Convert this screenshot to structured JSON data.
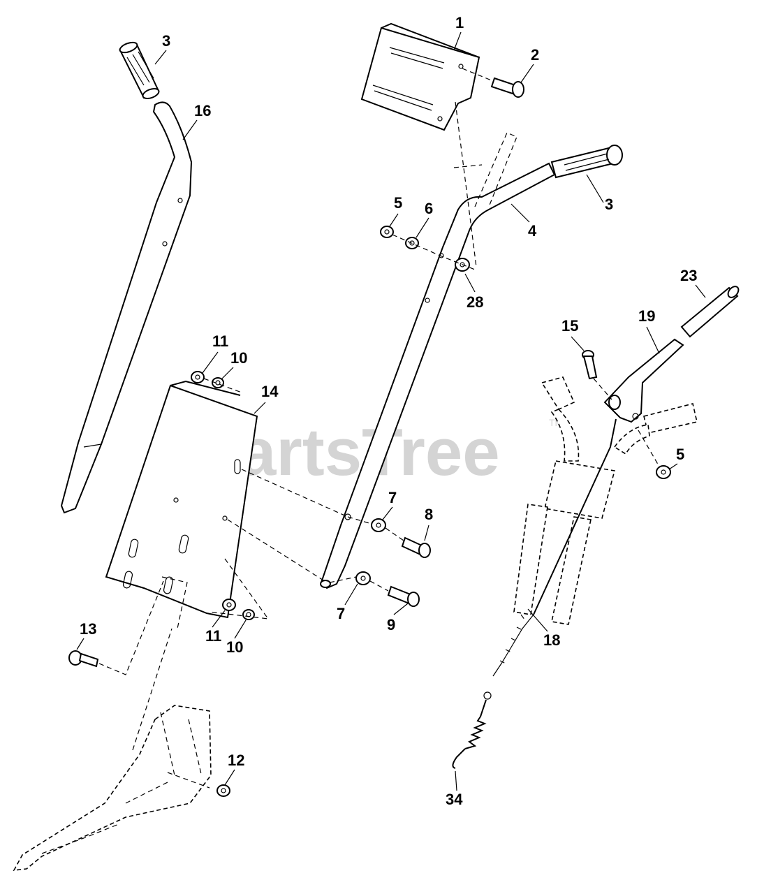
{
  "watermark": {
    "text": "PartsTree",
    "trademark": "TM"
  },
  "callouts": [
    {
      "id": "c-1",
      "text": "1"
    },
    {
      "id": "c-2",
      "text": "2"
    },
    {
      "id": "c-3a",
      "text": "3"
    },
    {
      "id": "c-3b",
      "text": "3"
    },
    {
      "id": "c-16",
      "text": "16"
    },
    {
      "id": "c-5a",
      "text": "5"
    },
    {
      "id": "c-6",
      "text": "6"
    },
    {
      "id": "c-4",
      "text": "4"
    },
    {
      "id": "c-28",
      "text": "28"
    },
    {
      "id": "c-23",
      "text": "23"
    },
    {
      "id": "c-15",
      "text": "15"
    },
    {
      "id": "c-19",
      "text": "19"
    },
    {
      "id": "c-11a",
      "text": "11"
    },
    {
      "id": "c-10a",
      "text": "10"
    },
    {
      "id": "c-14",
      "text": "14"
    },
    {
      "id": "c-5b",
      "text": "5"
    },
    {
      "id": "c-7a",
      "text": "7"
    },
    {
      "id": "c-8",
      "text": "8"
    },
    {
      "id": "c-7b",
      "text": "7"
    },
    {
      "id": "c-9",
      "text": "9"
    },
    {
      "id": "c-11b",
      "text": "11"
    },
    {
      "id": "c-10b",
      "text": "10"
    },
    {
      "id": "c-13",
      "text": "13"
    },
    {
      "id": "c-18",
      "text": "18"
    },
    {
      "id": "c-12",
      "text": "12"
    },
    {
      "id": "c-34",
      "text": "34"
    }
  ]
}
